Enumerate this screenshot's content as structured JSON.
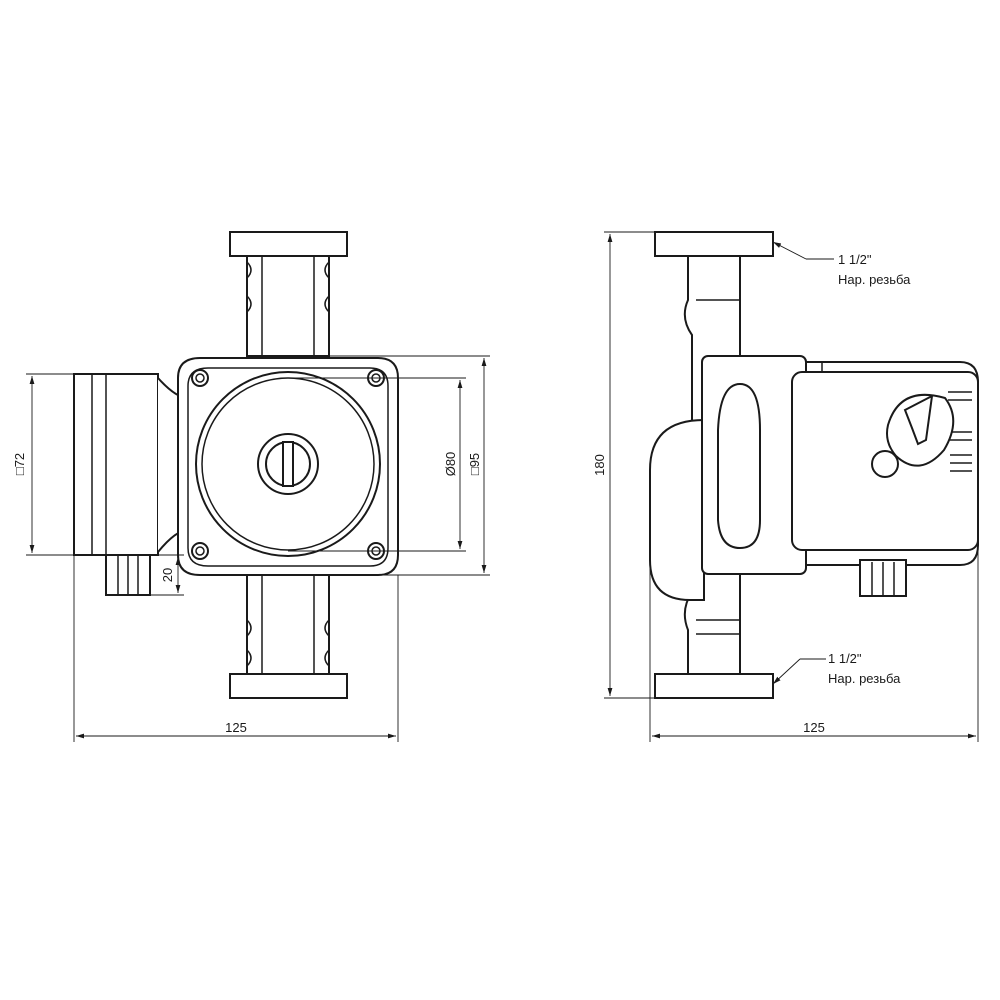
{
  "front_view": {
    "width_dim": "125",
    "square_72": "□72",
    "dim_20": "20",
    "dia_80": "Ø80",
    "square_95": "□95"
  },
  "side_view": {
    "height_dim": "180",
    "width_dim": "125",
    "thread_top_size": "1 1/2\"",
    "thread_top_label": "Нар. резьба",
    "thread_bottom_size": "1 1/2\"",
    "thread_bottom_label": "Нар. резьба"
  },
  "colors": {
    "line": "#1a1a1a",
    "background": "#ffffff"
  }
}
